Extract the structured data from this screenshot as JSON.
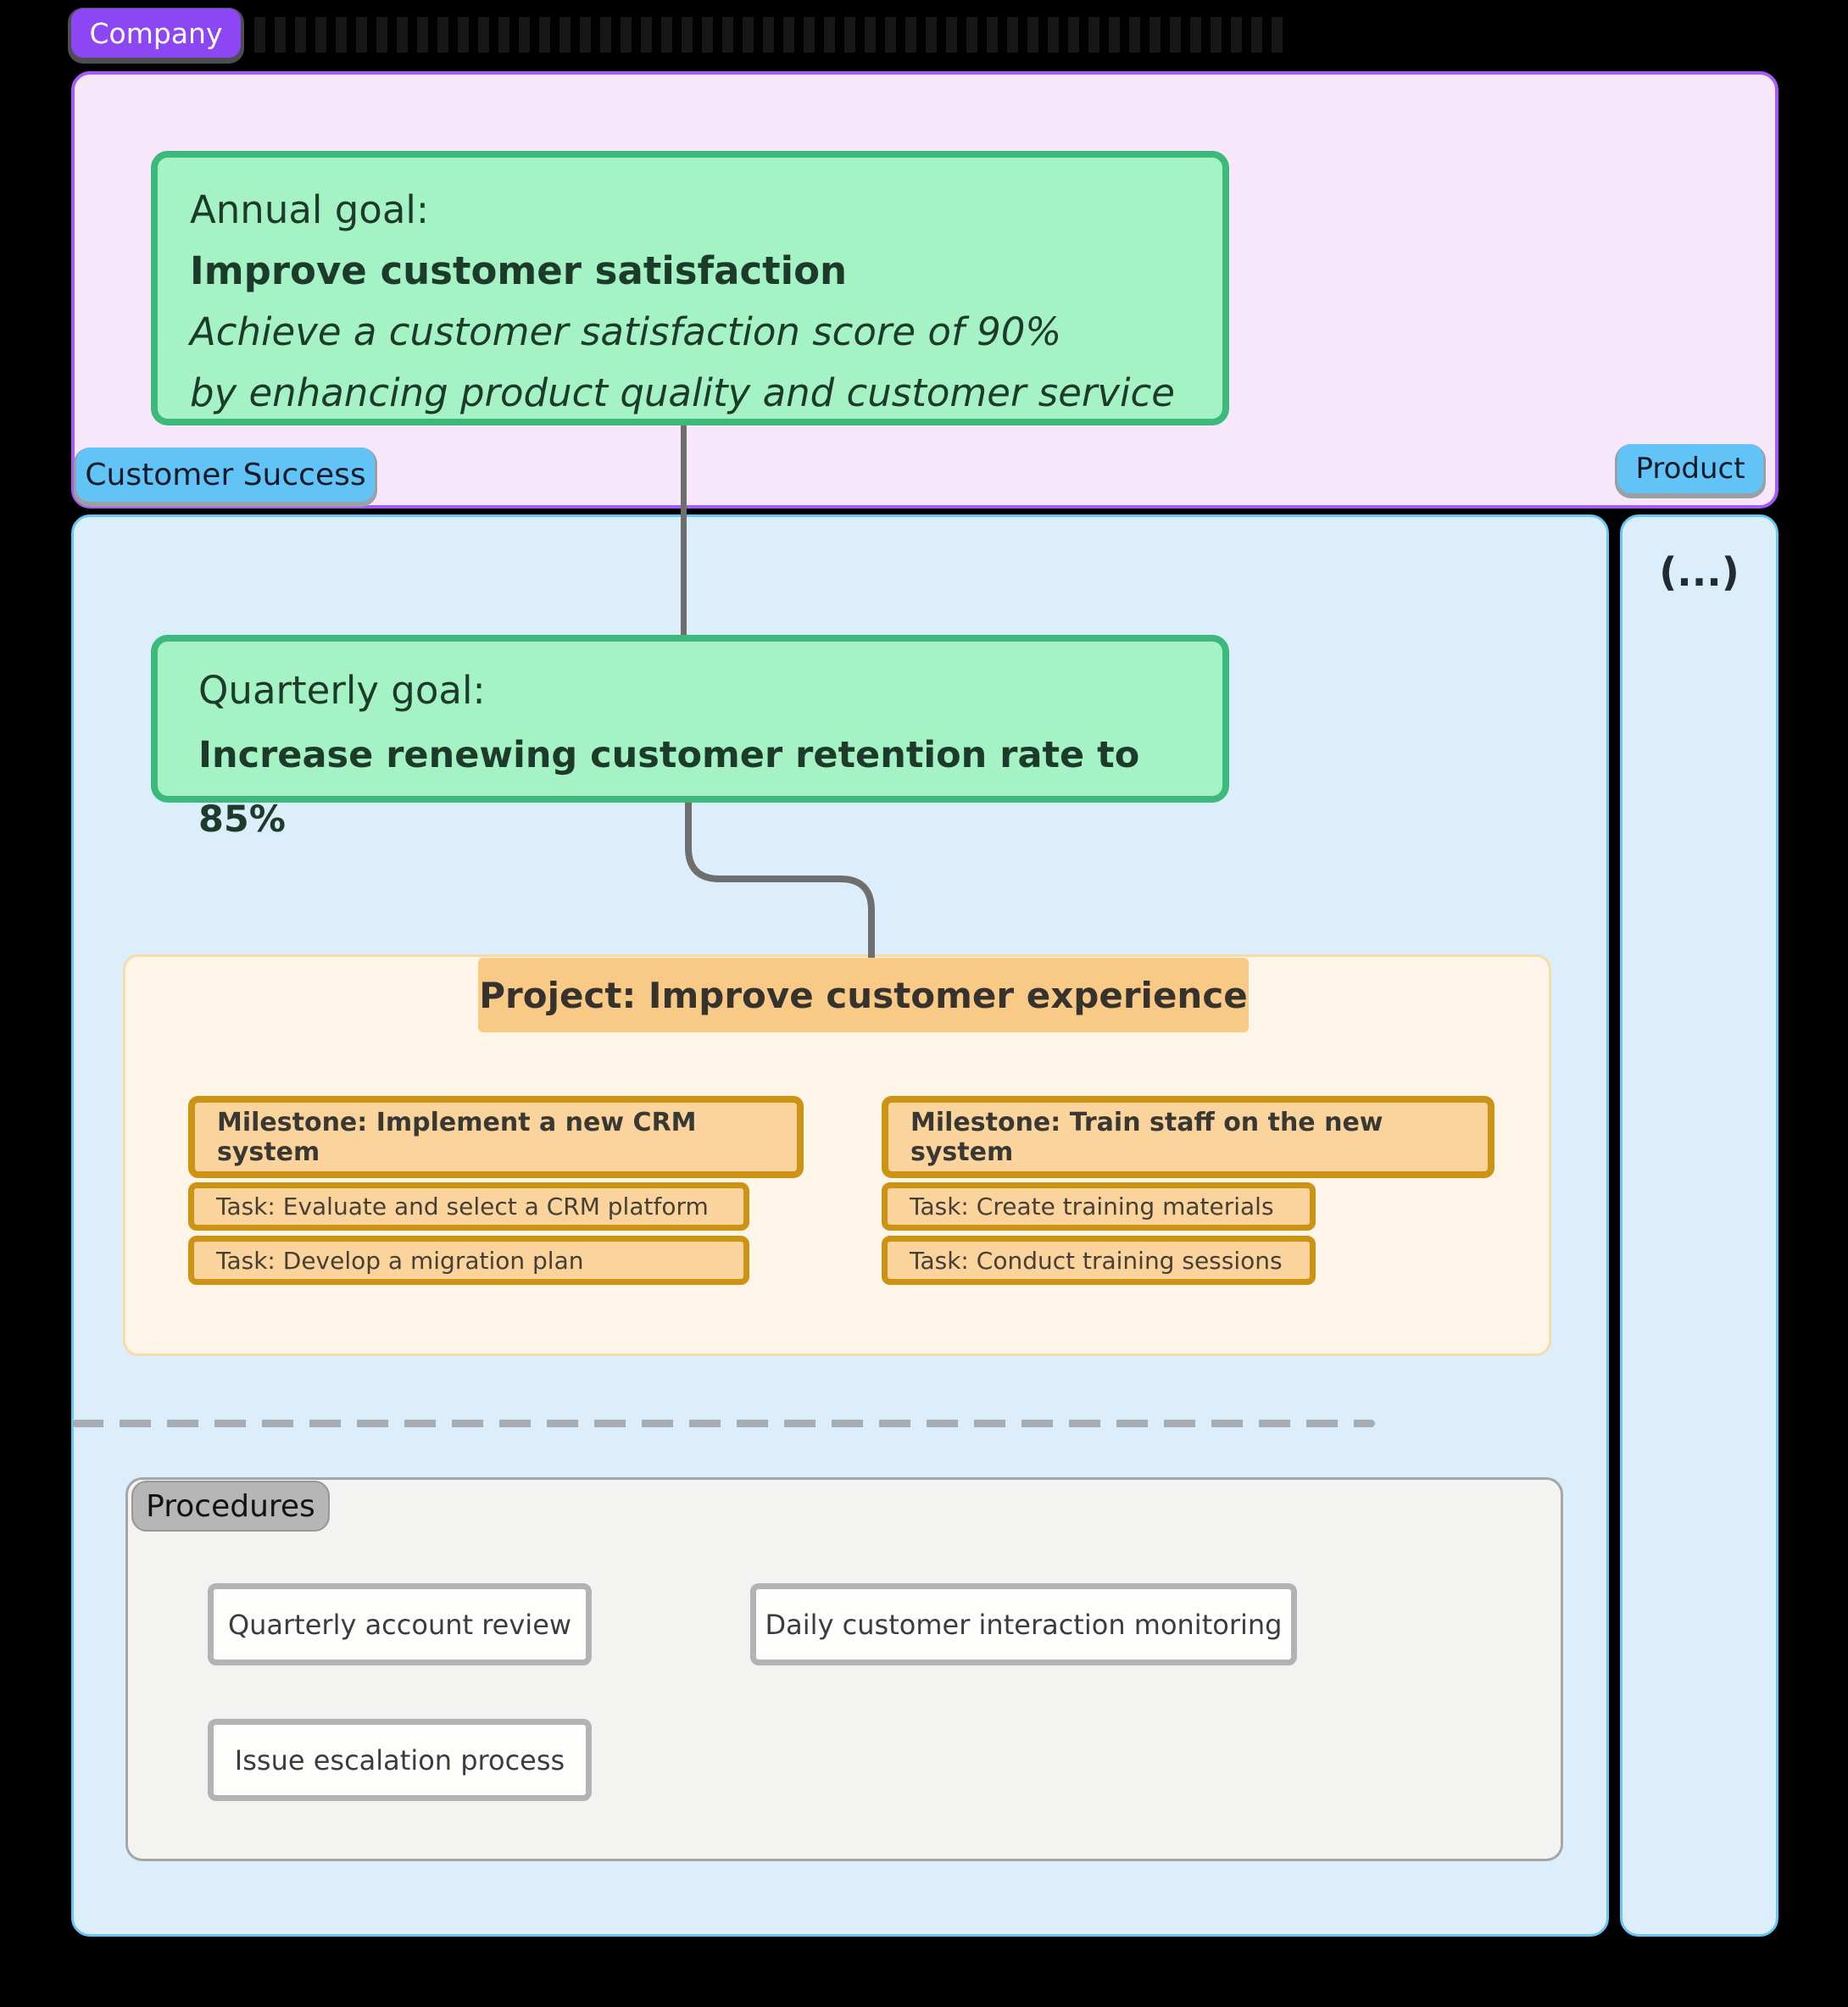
{
  "company": {
    "badge": "Company"
  },
  "annual_goal": {
    "label": "Annual goal:",
    "title": "Improve customer satisfaction",
    "desc_line1": "Achieve a customer satisfaction score of 90%",
    "desc_line2": "by enhancing product quality and customer service"
  },
  "teams": {
    "customer_success_badge": "Customer Success",
    "product_badge": "Product",
    "product_placeholder": "(...)"
  },
  "quarterly_goal": {
    "label": "Quarterly goal:",
    "title": "Increase renewing customer retention rate to 85%"
  },
  "project": {
    "title": "Project: Improve customer experience",
    "milestones": [
      {
        "title": "Milestone: Implement a new CRM system",
        "tasks": [
          "Task: Evaluate and select a CRM platform",
          "Task: Develop a migration plan"
        ]
      },
      {
        "title": "Milestone: Train staff on the new system",
        "tasks": [
          "Task: Create training materials",
          "Task: Conduct training sessions"
        ]
      }
    ]
  },
  "procedures": {
    "label": "Procedures",
    "items": [
      "Quarterly account review",
      "Daily customer interaction monitoring",
      "Issue escalation process"
    ]
  },
  "colors": {
    "purple-badge": "#8d46f3",
    "purple-border": "#a45cf5",
    "pink-fill": "#f7e7fb",
    "blue-badge": "#62c3f7",
    "blue-border": "#68c5f8",
    "blue-fill": "#dceefb",
    "green-border": "#3dba7b",
    "green-fill": "#a5f3c4",
    "green-text": "#1d3b2b",
    "cream-fill": "#fdf5e8",
    "cream-border": "#f6dcab",
    "orange-fill": "#f9c986",
    "orange-border": "#cd9315",
    "orange-box-fill": "#fad49c",
    "gray-dash": "#a7adb3",
    "gray-fill": "#f3f3f1",
    "gray-border": "#a6a6a6",
    "gray-badge": "#b6b6b6",
    "proc-box-fill": "#fdfdfc",
    "proc-box-border": "#b3b3b3",
    "connector": "#6e6e6e"
  }
}
